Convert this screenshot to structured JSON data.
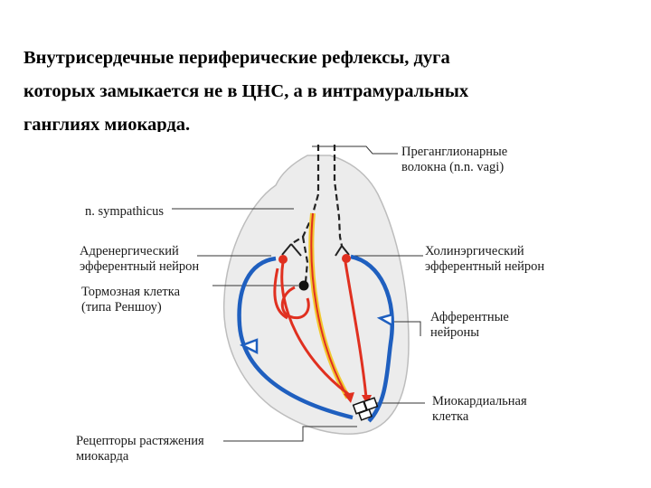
{
  "title": {
    "line1": "Внутрисердечные периферические рефлексы, дуга",
    "line2": "которых замыкается не в ЦНС, а  в интрамуральных",
    "line3": "ганглиях миокарда."
  },
  "labels": {
    "preganglionic": [
      "Преганглионарные",
      "волокна (n.n. vagi)"
    ],
    "sympathicus": [
      "n. sympathicus"
    ],
    "adrenergic": [
      "Адренергический",
      "эфферентный нейрон"
    ],
    "cholinergic": [
      "Холинэргический",
      "эфферентный нейрон"
    ],
    "inhibitory": [
      "Тормозная клетка",
      "(типа Реншоу)"
    ],
    "afferent": [
      "Афферентные",
      "нейроны"
    ],
    "myocardial": [
      "Миокардиальная",
      "клетка"
    ],
    "receptors": [
      "Рецепторы растяжения",
      "миокарда"
    ]
  },
  "colors": {
    "blue_neuron": "#1f5fbf",
    "red_neuron": "#e03020",
    "yellow_fiber": "#f2c830",
    "heart_fill": "#ececec",
    "dashed_fiber": "#222222"
  }
}
